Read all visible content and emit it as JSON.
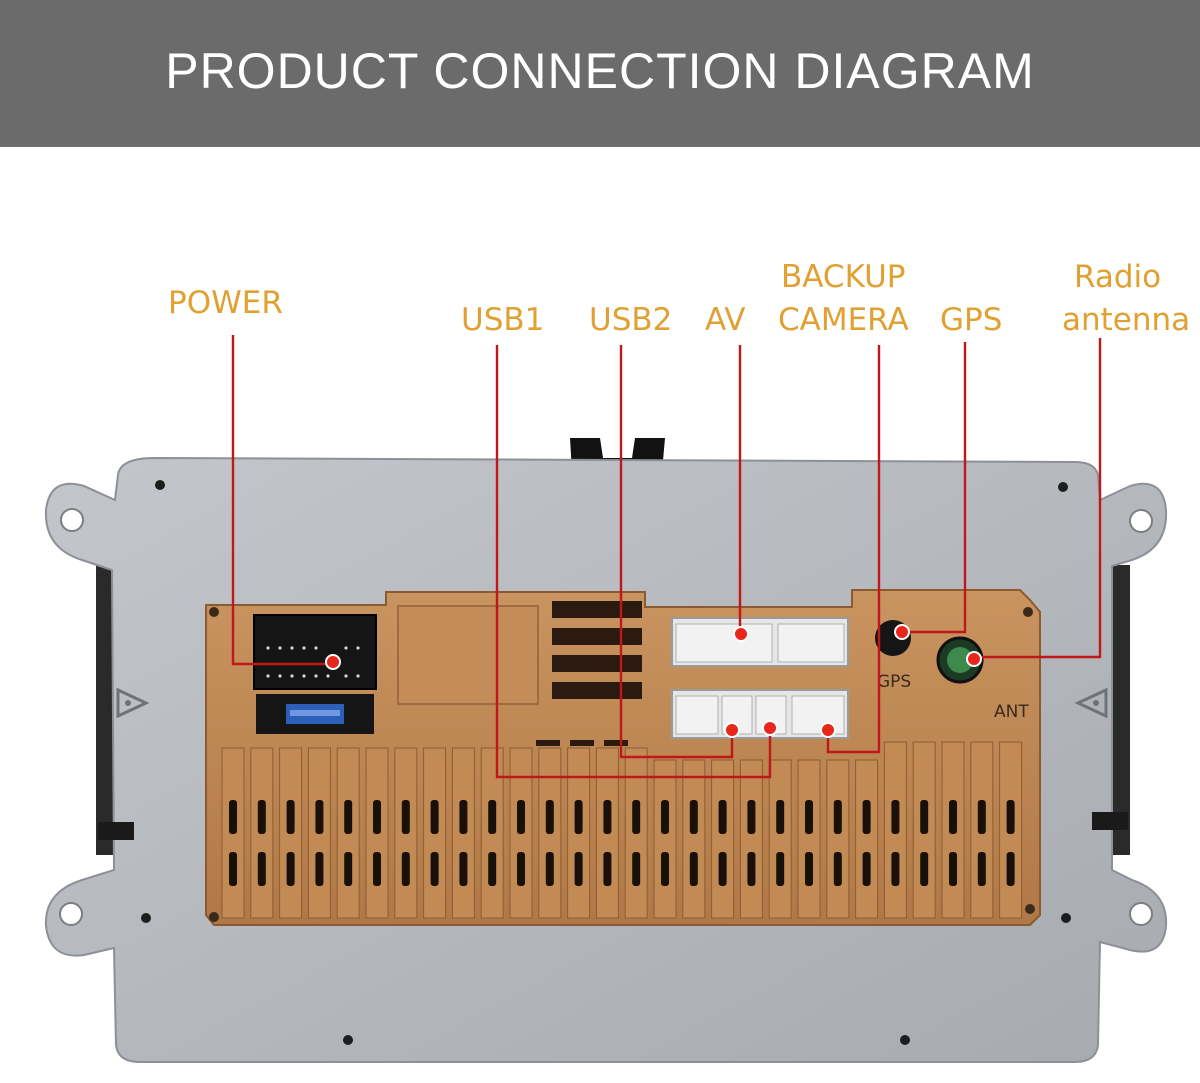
{
  "banner": {
    "title": "PRODUCT CONNECTION DIAGRAM"
  },
  "labels": {
    "power": "POWER",
    "usb1": "USB1",
    "usb2": "USB2",
    "av": "AV",
    "backup_line1": "BACKUP",
    "backup_line2": "CAMERA",
    "gps": "GPS",
    "radio_line1": "Radio",
    "radio_line2": "antenna"
  },
  "unit_markings": {
    "gps": "GPS",
    "antenna": "ANT"
  },
  "colors": {
    "banner": "#6b6b6b",
    "label": "#e0a032",
    "leader_line": "#c01818",
    "marker": "#e8261c",
    "housing": "#c18a55",
    "bracket": "#b3b6bb"
  }
}
